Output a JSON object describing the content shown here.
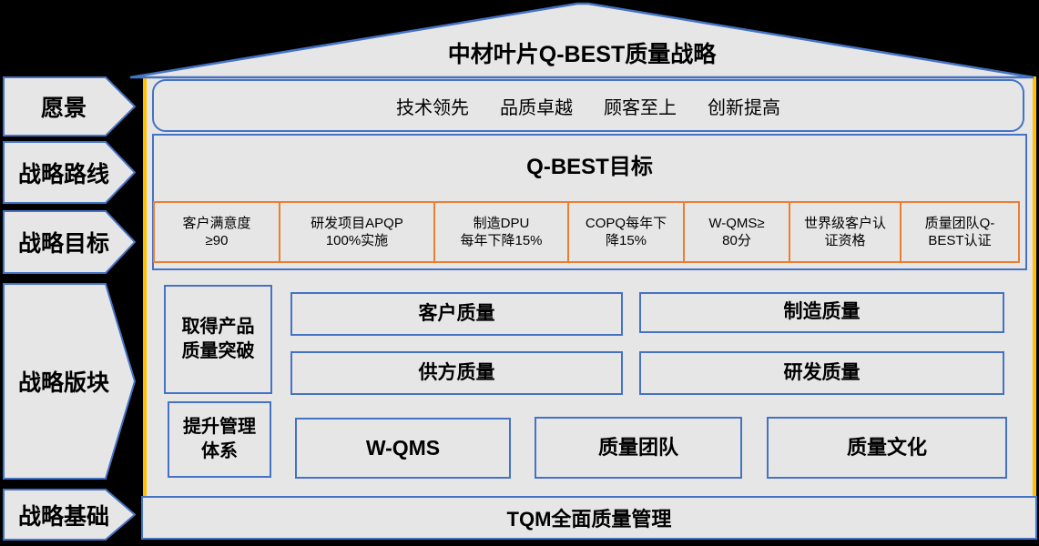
{
  "title": "中材叶片Q-BEST质量战略",
  "sidebar": {
    "items": [
      {
        "label": "愿景"
      },
      {
        "label": "战略路线"
      },
      {
        "label": "战略目标"
      },
      {
        "label": "战略版块"
      },
      {
        "label": "战略基础"
      }
    ]
  },
  "vision": {
    "phrases": [
      "技术领先",
      "品质卓越",
      "顾客至上",
      "创新提高"
    ]
  },
  "goals": {
    "title": "Q-BEST目标",
    "items": [
      "客户满意度\n≥90",
      "研发项目APQP\n100%实施",
      "制造DPU\n每年下降15%",
      "COPQ每年下\n降15%",
      "W-QMS≥\n80分",
      "世界级客户认\n证资格",
      "质量团队Q-\nBEST认证"
    ]
  },
  "blocks": {
    "breakthrough": "取得产品\n质量突破",
    "customer": "客户质量",
    "manufacturing": "制造质量",
    "supplier": "供方质量",
    "rnd": "研发质量",
    "management": "提升管理\n体系",
    "wqms": "W-QMS",
    "team": "质量团队",
    "culture": "质量文化"
  },
  "foundation": {
    "label": "TQM全面质量管理"
  },
  "colors": {
    "accent_blue": "#4472C4",
    "accent_orange": "#ED7D31",
    "accent_yellow": "#FFC000",
    "panel_fill": "#E7E6E6",
    "background": "#000000"
  }
}
